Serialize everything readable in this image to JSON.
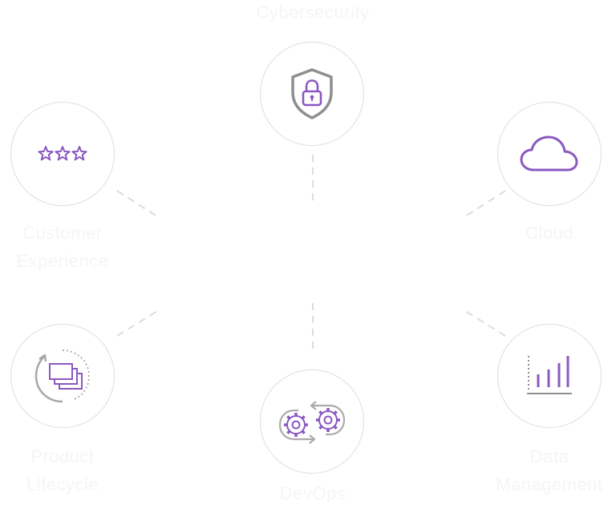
{
  "nodes": {
    "cybersecurity": {
      "label": "Cybersecurity",
      "icon": "shield-lock-icon"
    },
    "customer_experience": {
      "label_line1": "Customer",
      "label_line2": "Experience",
      "icon": "three-stars-icon"
    },
    "cloud": {
      "label": "Cloud",
      "icon": "cloud-icon"
    },
    "product_lifecycle": {
      "label_line1": "Product",
      "label_line2": "Lifecycle",
      "icon": "stacked-windows-cycle-icon"
    },
    "devops": {
      "label": "DevOps",
      "icon": "gears-cycle-icon"
    },
    "data_management": {
      "label_line1": "Data",
      "label_line2": "Management",
      "icon": "bar-chart-icon"
    }
  },
  "colors": {
    "accent": "#8a58c0",
    "grey_icon": "#8f8f8f",
    "circle_border": "#dedede",
    "connector": "#dcdcdc",
    "label": "#f5f5f5"
  }
}
